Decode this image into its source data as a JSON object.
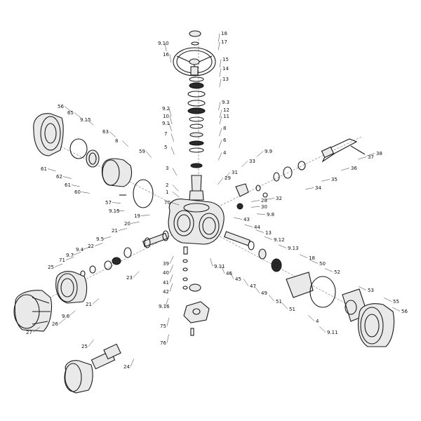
{
  "labels": [
    {
      "text": "18"
    },
    {
      "text": "9.10"
    },
    {
      "text": "17"
    },
    {
      "text": "16"
    },
    {
      "text": "15"
    },
    {
      "text": "14"
    },
    {
      "text": "13"
    },
    {
      "text": "9.3"
    },
    {
      "text": "9.2"
    },
    {
      "text": "12"
    },
    {
      "text": "10"
    },
    {
      "text": "11"
    },
    {
      "text": "9.1"
    },
    {
      "text": "8"
    },
    {
      "text": "7"
    },
    {
      "text": "6"
    },
    {
      "text": "5"
    },
    {
      "text": "4"
    },
    {
      "text": "3"
    },
    {
      "text": "2"
    },
    {
      "text": "1"
    },
    {
      "text": "70"
    },
    {
      "text": "56"
    },
    {
      "text": "65"
    },
    {
      "text": "9.15"
    },
    {
      "text": "63"
    },
    {
      "text": "8"
    },
    {
      "text": "59"
    },
    {
      "text": "61"
    },
    {
      "text": "62"
    },
    {
      "text": "61"
    },
    {
      "text": "60"
    },
    {
      "text": "57"
    },
    {
      "text": "9.15"
    },
    {
      "text": "19"
    },
    {
      "text": "20"
    },
    {
      "text": "21"
    },
    {
      "text": "9.5"
    },
    {
      "text": "22"
    },
    {
      "text": "9.4"
    },
    {
      "text": "9.7"
    },
    {
      "text": "71"
    },
    {
      "text": "25"
    },
    {
      "text": "23"
    },
    {
      "text": "21"
    },
    {
      "text": "9.6"
    },
    {
      "text": "26"
    },
    {
      "text": "27"
    },
    {
      "text": "25"
    },
    {
      "text": "24"
    },
    {
      "text": "9.9"
    },
    {
      "text": "33"
    },
    {
      "text": "36"
    },
    {
      "text": "37"
    },
    {
      "text": "38"
    },
    {
      "text": "31"
    },
    {
      "text": "29"
    },
    {
      "text": "34"
    },
    {
      "text": "35"
    },
    {
      "text": "32"
    },
    {
      "text": "30"
    },
    {
      "text": "28"
    },
    {
      "text": "9.8"
    },
    {
      "text": "43"
    },
    {
      "text": "44"
    },
    {
      "text": "13"
    },
    {
      "text": "9.12"
    },
    {
      "text": "9.13"
    },
    {
      "text": "9.11"
    },
    {
      "text": "46"
    },
    {
      "text": "45"
    },
    {
      "text": "18"
    },
    {
      "text": "50"
    },
    {
      "text": "52"
    },
    {
      "text": "47"
    },
    {
      "text": "49"
    },
    {
      "text": "51"
    },
    {
      "text": "51"
    },
    {
      "text": "53"
    },
    {
      "text": "4"
    },
    {
      "text": "55"
    },
    {
      "text": "56"
    },
    {
      "text": "9.11"
    },
    {
      "text": "39"
    },
    {
      "text": "40"
    },
    {
      "text": "41"
    },
    {
      "text": "42"
    },
    {
      "text": "9.16"
    },
    {
      "text": "75"
    },
    {
      "text": "76"
    }
  ]
}
